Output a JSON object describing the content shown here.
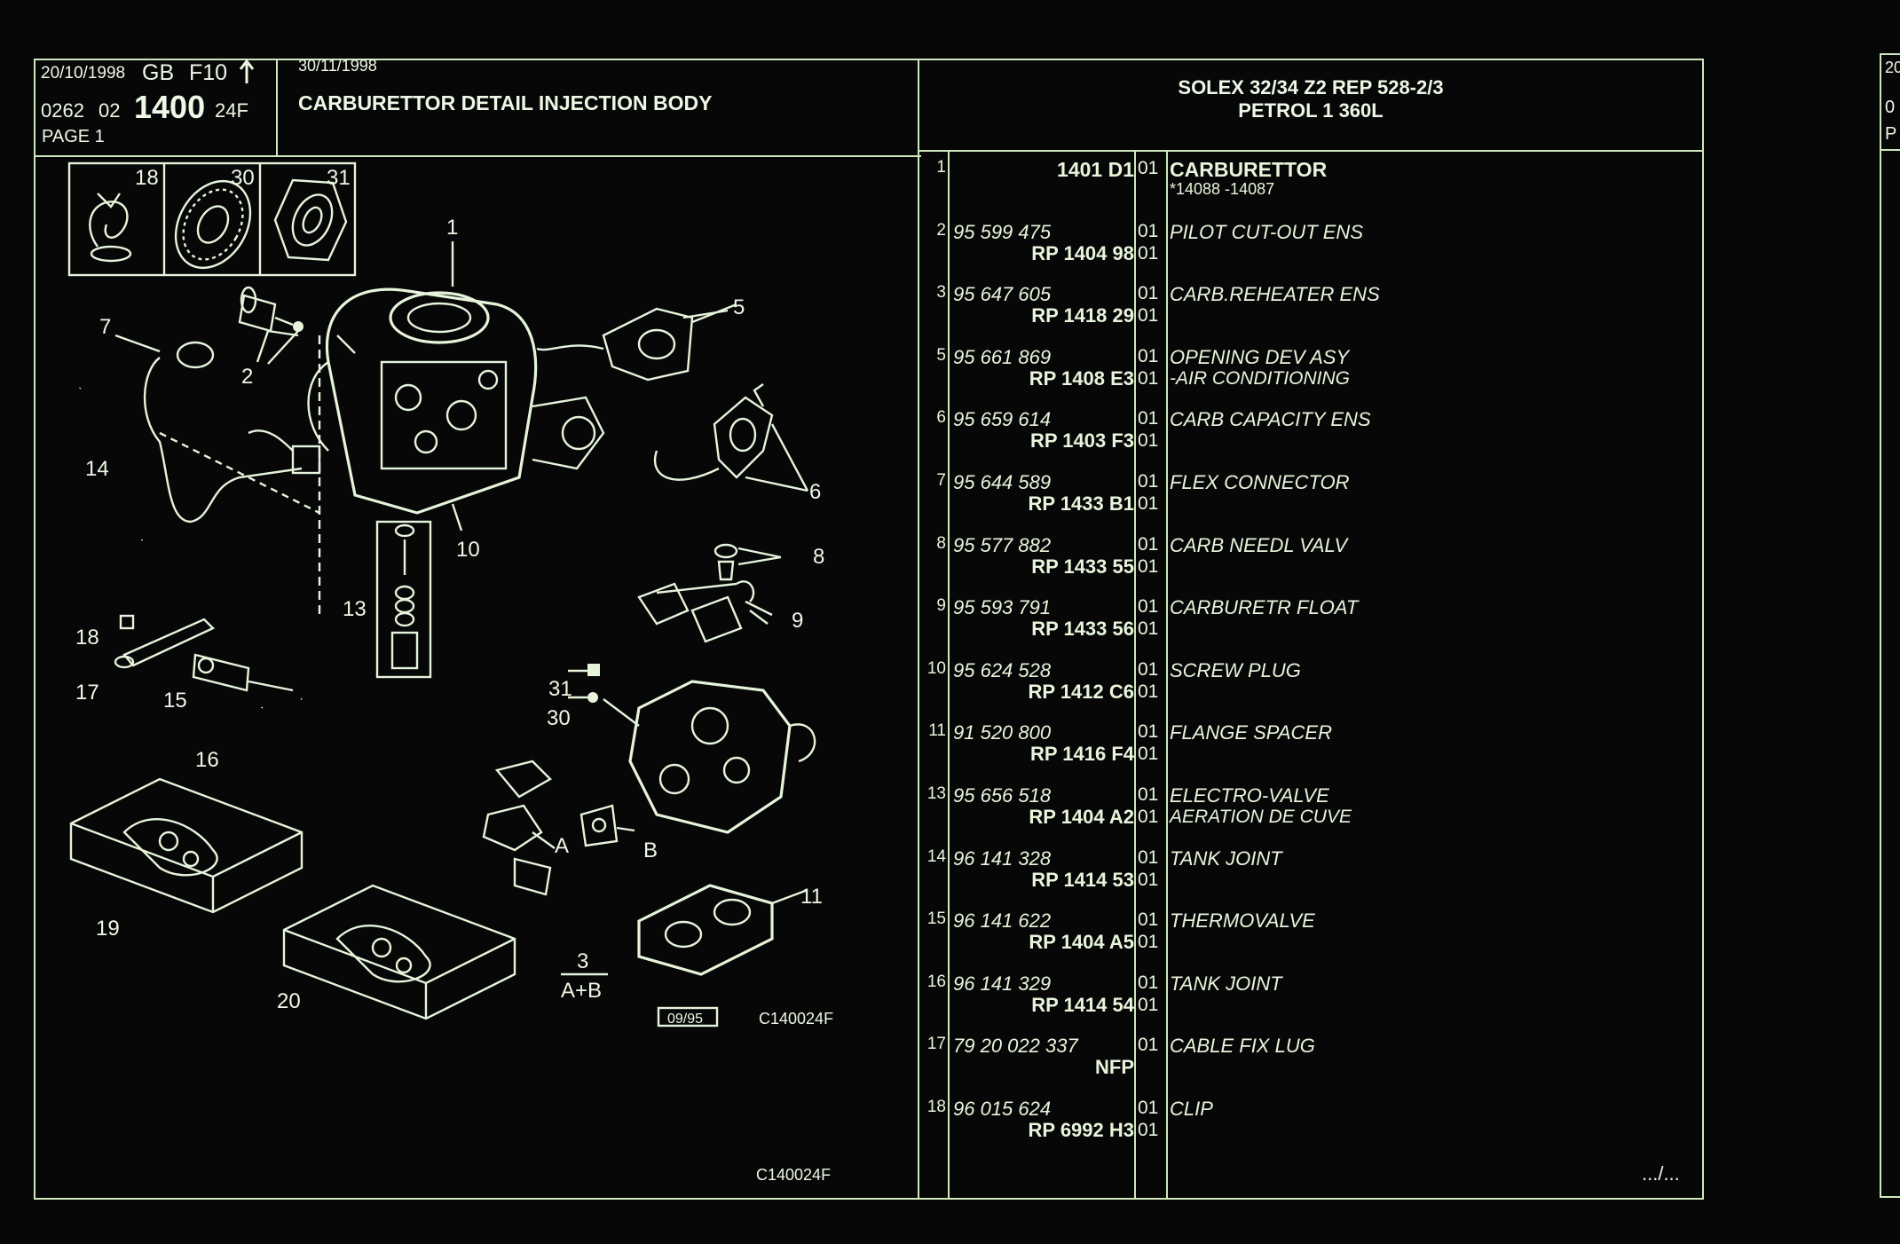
{
  "header": {
    "date_left": "20/10/1998",
    "country": "GB",
    "code": "F10",
    "arrow_icon": "up-arrow-icon",
    "ref_prefix": "0262",
    "ref_mid": "02",
    "ref_main": "1400",
    "ref_suffix": "24F",
    "page_label": "PAGE 1",
    "date_update": "30/11/1998",
    "section_title": "CARBURETTOR DETAIL INJECTION BODY",
    "model_line1": "SOLEX 32/34 Z2 REP 528-2/3",
    "model_line2": "PETROL 1 360L"
  },
  "diagram": {
    "callouts": [
      "1",
      "2",
      "3",
      "5",
      "6",
      "7",
      "8",
      "9",
      "10",
      "11",
      "13",
      "14",
      "15",
      "16",
      "17",
      "18",
      "19",
      "20",
      "30",
      "31"
    ],
    "inset_labels": [
      "18",
      "30",
      "31"
    ],
    "ref_a": "A",
    "ref_b": "B",
    "combo_num": "3",
    "combo_den": "A+B",
    "date_box": "09/95",
    "image_code": "C140024F",
    "footer_code": "C140024F"
  },
  "parts": [
    {
      "item": "1",
      "ref": "1401 D1",
      "ref_bold": true,
      "rp": "",
      "qty1": "01",
      "qty2": "",
      "desc": "CARBURETTOR",
      "desc_bold": true,
      "note": "*14088 -14087"
    },
    {
      "item": "2",
      "ref": "95 599 475",
      "rp": "RP  1404 98",
      "qty1": "01",
      "qty2": "01",
      "desc": "PILOT CUT-OUT ENS",
      "note": ""
    },
    {
      "item": "3",
      "ref": "95 647 605",
      "rp": "RP  1418 29",
      "qty1": "01",
      "qty2": "01",
      "desc": "CARB.REHEATER ENS",
      "note": ""
    },
    {
      "item": "5",
      "ref": "95 661 869",
      "rp": "RP  1408 E3",
      "qty1": "01",
      "qty2": "01",
      "desc": "OPENING DEV ASY",
      "note": "-AIR CONDITIONING"
    },
    {
      "item": "6",
      "ref": "95 659 614",
      "rp": "RP  1403 F3",
      "qty1": "01",
      "qty2": "01",
      "desc": "CARB CAPACITY ENS",
      "note": ""
    },
    {
      "item": "7",
      "ref": "95 644 589",
      "rp": "RP  1433 B1",
      "qty1": "01",
      "qty2": "01",
      "desc": "FLEX CONNECTOR",
      "note": ""
    },
    {
      "item": "8",
      "ref": "95 577 882",
      "rp": "RP  1433 55",
      "qty1": "01",
      "qty2": "01",
      "desc": "CARB NEEDL VALV",
      "note": ""
    },
    {
      "item": "9",
      "ref": "95 593 791",
      "rp": "RP  1433 56",
      "qty1": "01",
      "qty2": "01",
      "desc": "CARBURETR FLOAT",
      "note": ""
    },
    {
      "item": "10",
      "ref": "95 624 528",
      "rp": "RP  1412 C6",
      "qty1": "01",
      "qty2": "01",
      "desc": "SCREW PLUG",
      "note": ""
    },
    {
      "item": "11",
      "ref": "91 520 800",
      "rp": "RP  1416 F4",
      "qty1": "01",
      "qty2": "01",
      "desc": "FLANGE SPACER",
      "note": ""
    },
    {
      "item": "13",
      "ref": "95 656 518",
      "rp": "RP  1404 A2",
      "qty1": "01",
      "qty2": "01",
      "desc": "ELECTRO-VALVE",
      "note": "AERATION DE CUVE"
    },
    {
      "item": "14",
      "ref": "96 141 328",
      "rp": "RP  1414 53",
      "qty1": "01",
      "qty2": "01",
      "desc": "TANK JOINT",
      "note": ""
    },
    {
      "item": "15",
      "ref": "96 141 622",
      "rp": "RP  1404 A5",
      "qty1": "01",
      "qty2": "01",
      "desc": "THERMOVALVE",
      "note": ""
    },
    {
      "item": "16",
      "ref": "96 141 329",
      "rp": "RP  1414 54",
      "qty1": "01",
      "qty2": "01",
      "desc": "TANK JOINT",
      "note": ""
    },
    {
      "item": "17",
      "ref": "79 20 022 337",
      "rp": "NFP",
      "qty1": "01",
      "qty2": "",
      "desc": "CABLE FIX LUG",
      "note": ""
    },
    {
      "item": "18",
      "ref": "96 015 624",
      "rp": "RP  6992 H3",
      "qty1": "01",
      "qty2": "01",
      "desc": "CLIP",
      "note": ""
    }
  ],
  "footer": {
    "continued": ".../..."
  },
  "next_page": {
    "hdr_1": "20",
    "hdr_2": "0",
    "hdr_3": "P"
  },
  "colors": {
    "background": "#070707",
    "line": "#cfe8bd",
    "text": "#e8f5dc"
  }
}
